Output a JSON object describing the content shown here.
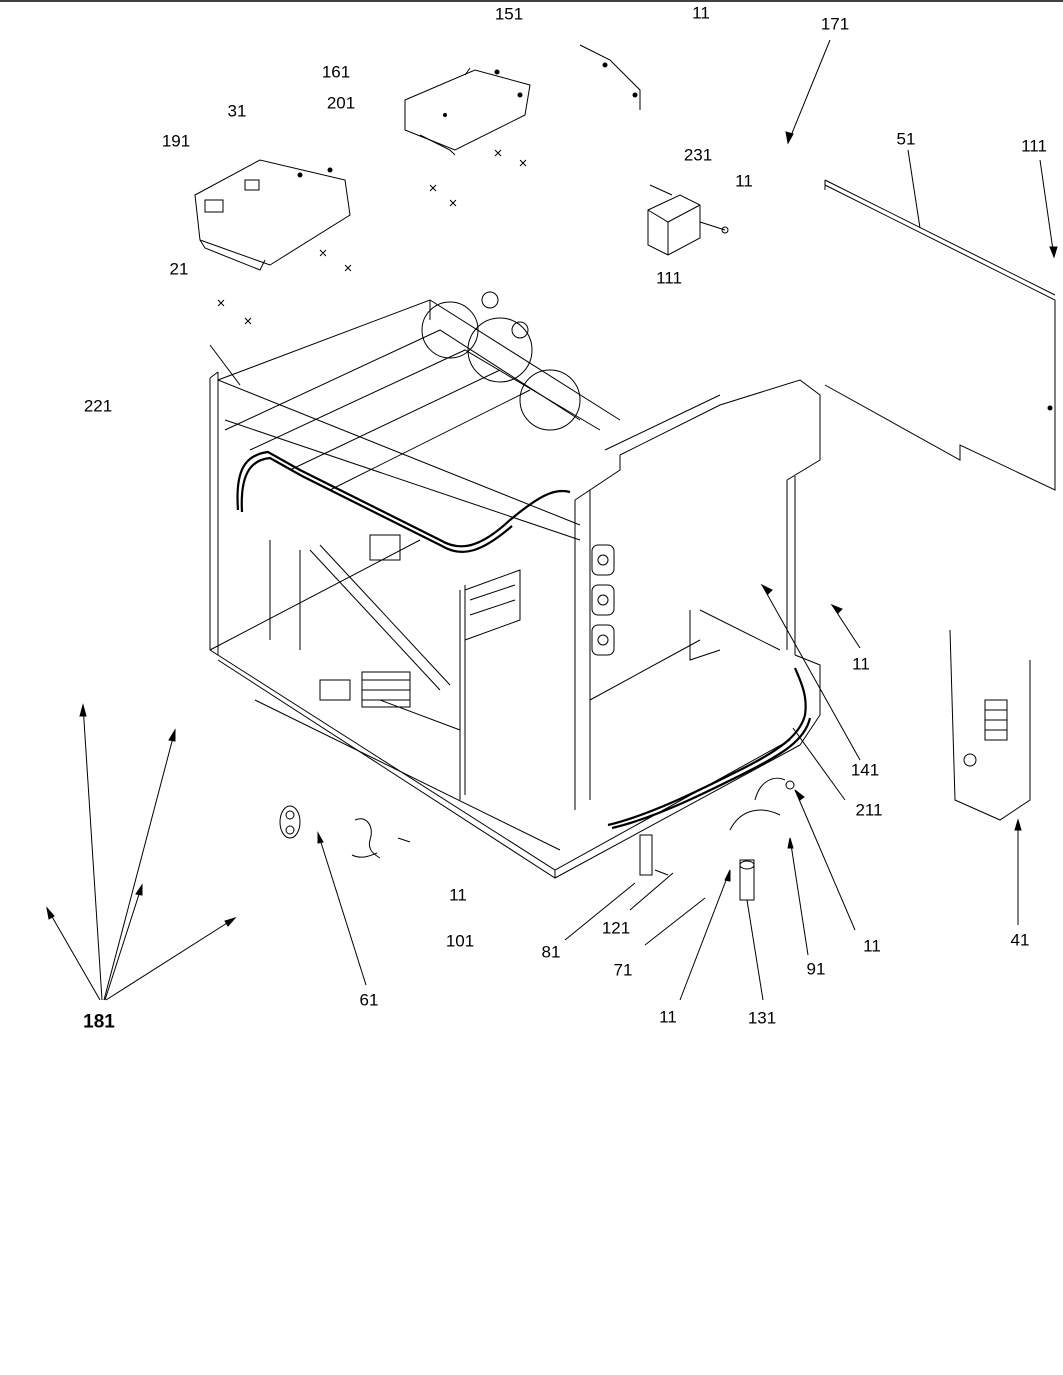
{
  "callouts": {
    "c151": "151",
    "c11_top": "11",
    "c171": "171",
    "c161": "161",
    "c201": "201",
    "c31": "31",
    "c191": "191",
    "c231": "231",
    "c11_b": "11",
    "c51": "51",
    "c111_right": "111",
    "c111_mid": "111",
    "c21": "21",
    "c221": "221",
    "c11_c": "11",
    "c141": "141",
    "c211": "211",
    "c11_d": "11",
    "c101": "101",
    "c81": "81",
    "c121": "121",
    "c71": "71",
    "c91": "91",
    "c11_e": "11",
    "c41": "41",
    "c61": "61",
    "c11_f": "11",
    "c131": "131",
    "c181": "181"
  }
}
